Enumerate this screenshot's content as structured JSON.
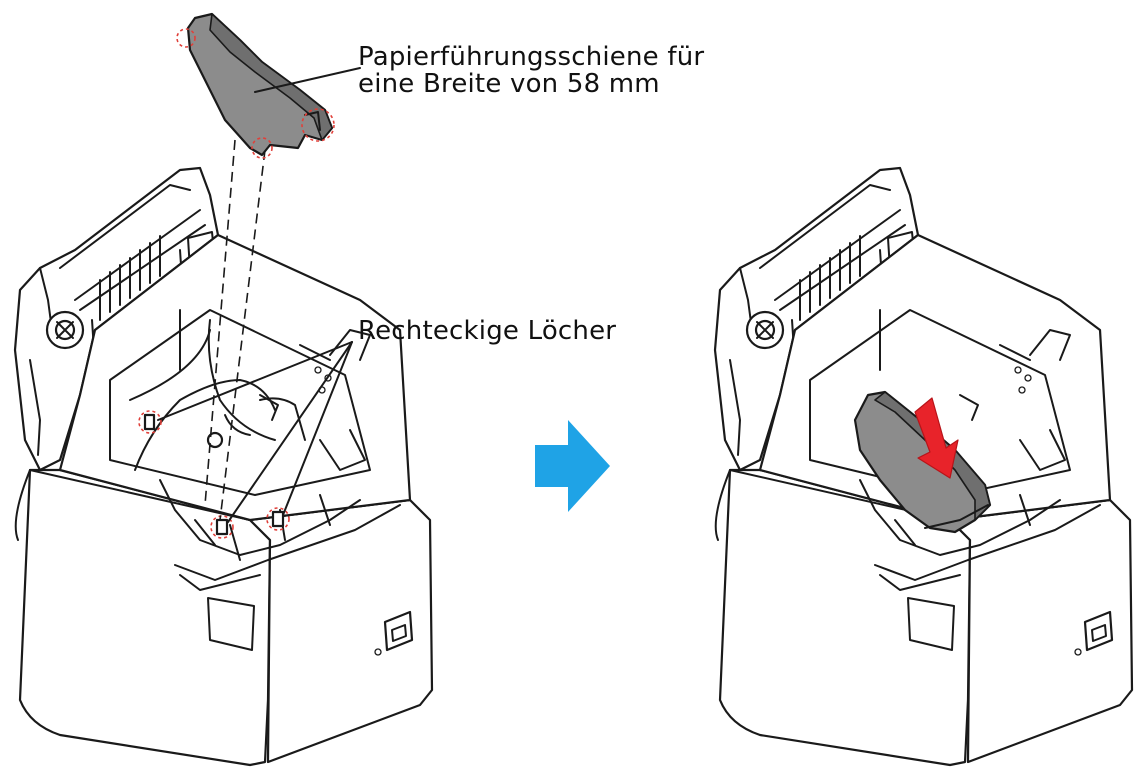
{
  "callouts": {
    "guide_line1": "Papierführungsschiene für",
    "guide_line2": "eine Breite von 58 mm",
    "holes": "Rechteckige Löcher"
  },
  "colors": {
    "line": "#1a1a1a",
    "printer_fill": "#ffffff",
    "guide_fill": "#8c8c8c",
    "guide_shade": "#6f6f6f",
    "highlight_circle": "#e0403a",
    "step_arrow": "#1fa3e6",
    "insert_arrow": "#e8232a"
  },
  "icons": {
    "step_arrow": "right-arrow-icon",
    "insert_arrow": "down-arrow-icon"
  }
}
